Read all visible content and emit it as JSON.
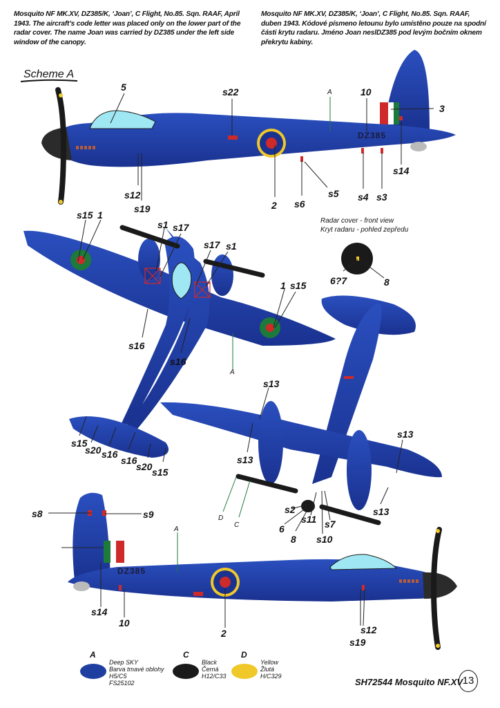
{
  "caption_en": "Mosquito NF MK.XV, DZ385/K, ‘Joan’, C Flight, No.85. Sqn. RAAF, April 1943. The aircraft’s code letter was placed only on the lower part of the radar cover. The name Joan was carried by DZ385 under the left side window of the canopy.",
  "caption_cz": "Mosquito NF MK.XV, DZ385/K, ‘Joan’, C Flight, No.85. Sqn. RAAF, duben 1943. Kódové písmeno letounu bylo umístěno pouze na spodní části krytu radaru. Jméno Joan neslDZ385 pod levým bočním oknem překrytu kabiny.",
  "scheme_title": "Scheme A",
  "serial": "DZ385",
  "radar_cover_title_en": "Radar cover - front view",
  "radar_cover_title_cz": "Kryt radaru - pohled zepředu",
  "callouts": {
    "side_top": [
      "5",
      "s22",
      "A",
      "10",
      "3",
      "s12",
      "s19",
      "2",
      "s6",
      "s5",
      "s4",
      "s3",
      "s14"
    ],
    "top_view": [
      "s15",
      "1",
      "s1",
      "s17",
      "s17",
      "s1",
      "1",
      "s15",
      "s16",
      "s16",
      "A",
      "s15",
      "s20",
      "s16",
      "s16",
      "s20",
      "s15"
    ],
    "radar": [
      "6?7",
      "8"
    ],
    "bottom_view": [
      "s13",
      "s13",
      "s13",
      "s13",
      "D",
      "C",
      "s2",
      "6",
      "8",
      "s11",
      "s7",
      "s10"
    ],
    "side_bottom": [
      "s8",
      "s9",
      "A",
      "s14",
      "10",
      "2",
      "s12",
      "s19"
    ]
  },
  "legend": [
    {
      "letter": "A",
      "lines": [
        "Deep SKY",
        "Barva tmavé oblohy",
        "H5/C5",
        "FS25102"
      ],
      "color": "#1f3fa0"
    },
    {
      "letter": "C",
      "lines": [
        "Black",
        "Černá",
        "H12/C33"
      ],
      "color": "#1a1a1a"
    },
    {
      "letter": "D",
      "lines": [
        "Yellow",
        "Žlutá",
        "H/C329"
      ],
      "color": "#f0c82a"
    }
  ],
  "footer": "SH72544 Mosquito NF.XV",
  "page_number": "13"
}
